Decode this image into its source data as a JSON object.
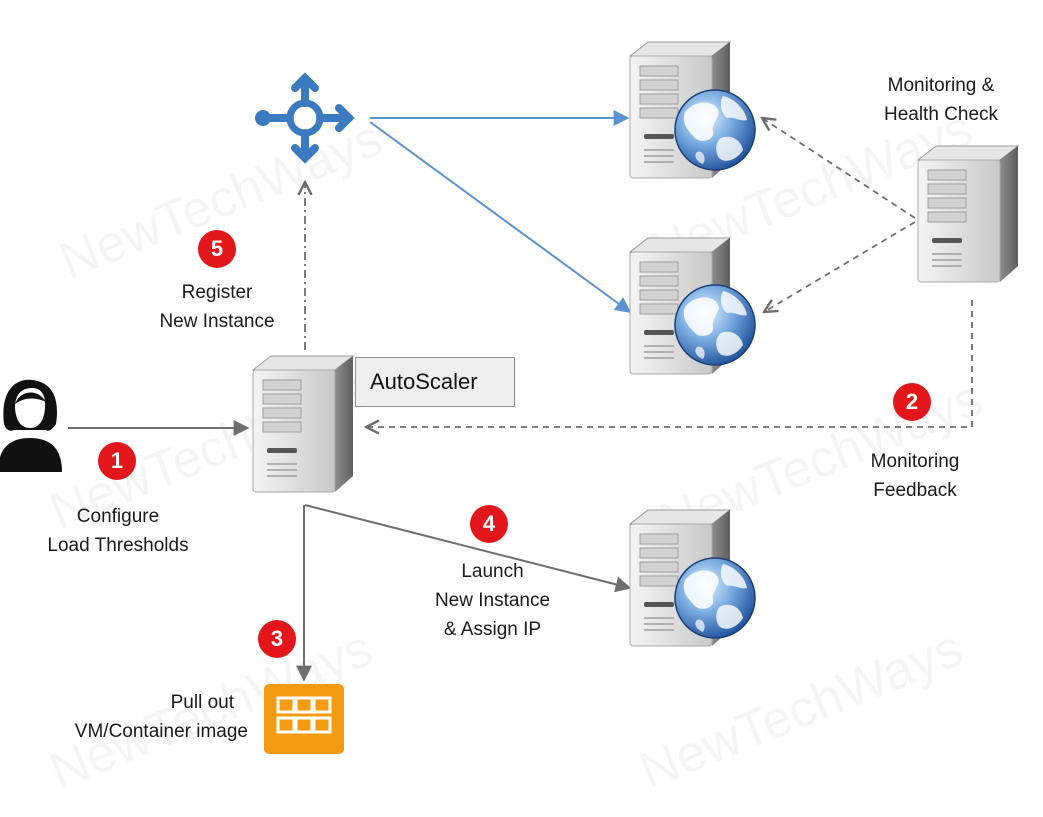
{
  "watermark": "NewTechWays",
  "labels": {
    "monitoring_health": [
      "Monitoring &",
      "Health Check"
    ],
    "register": [
      "Register",
      "New Instance"
    ],
    "autoscaler": "AutoScaler",
    "monitoring_feedback": [
      "Monitoring",
      "Feedback"
    ],
    "configure": [
      "Configure",
      "Load Thresholds"
    ],
    "launch": [
      "Launch",
      "New Instance",
      "& Assign IP"
    ],
    "pull": [
      "Pull out",
      "VM/Container image"
    ]
  },
  "steps": [
    "1",
    "2",
    "3",
    "4",
    "5"
  ],
  "colors": {
    "badge": "#e3161b",
    "load_balancer": "#3a7bbf",
    "blue_arrow": "#5b93cf",
    "gray_arrow": "#6e6e6e",
    "image_icon": "#f39c12"
  },
  "icons": {
    "user": "user-icon",
    "load_balancer": "load-balancer-icon",
    "server": "server-icon",
    "globe": "globe-icon",
    "image": "container-image-icon"
  }
}
